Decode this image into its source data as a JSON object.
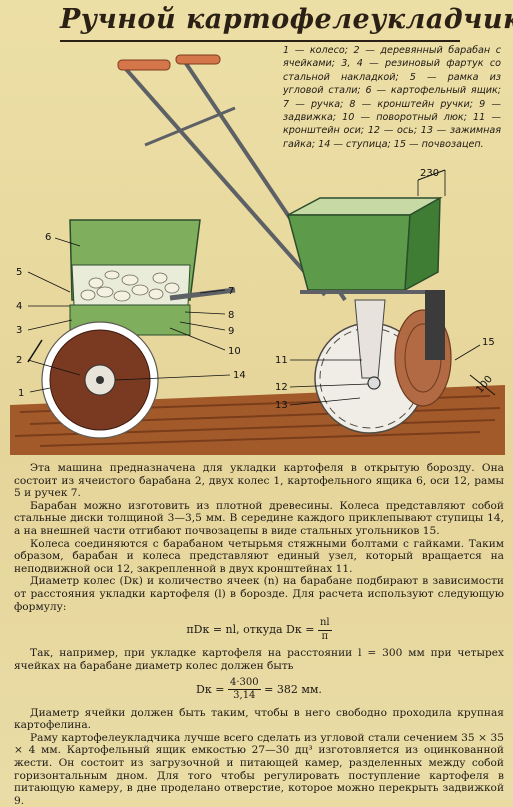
{
  "title": "Ручной картофелеукладчик",
  "legend": "1 — колесо; 2 — деревянный барабан с ячейками; 3, 4 — резиновый фартук со стальной накладкой; 5 — рамка из угловой стали; 6 — картофельный ящик; 7 — ручка; 8 — кронштейн ручки; 9 — задвижка; 10 — поворотный люк; 11 — кронштейн оси; 12 — ось; 13 — зажимная гайка; 14 — ступица; 15 — почвозацеп.",
  "dimensions": {
    "d230": "230",
    "d100": "100"
  },
  "callouts": {
    "c1": "1",
    "c2": "2",
    "c3": "3",
    "c4": "4",
    "c5": "5",
    "c6": "6",
    "c7": "7",
    "c8": "8",
    "c9": "9",
    "c10": "10",
    "c11": "11",
    "c12": "12",
    "c13": "13",
    "c14": "14",
    "c15": "15"
  },
  "paragraphs": {
    "p1": "Эта машина предназначена для укладки картофеля в открытую борозду. Она состоит из ячеистого барабана 2, двух колес 1, картофельного ящика 6, оси 12, рамы 5 и ручек 7.",
    "p2": "Барабан можно изготовить из плотной древесины. Колеса представляют собой стальные диски толщиной 3—3,5 мм. В середине каждого приклепывают ступицы 14, а на внешней части отгибают почвозацепы в виде стальных угольников 15.",
    "p3": "Колеса соединяются с барабаном четырьмя стяжными болтами с гайками. Таким образом, барабан и колеса представляют единый узел, который вращается на неподвижной оси 12, закрепленной в двух кронштейнах 11.",
    "p4": "Диаметр колес (Dк) и количество ячеек (n) на барабане подбирают в зависимости от расстояния укладки картофеля (l) в борозде. Для расчета используют следующую формулу:",
    "p5": "Так, например, при укладке картофеля на расстоянии l = 300 мм при четырех ячейках на барабане диаметр колес должен быть",
    "p6": "Диаметр ячейки должен быть таким, чтобы в него свободно проходила крупная картофелина.",
    "p7": "Раму картофелеукладчика лучше всего сделать из угловой стали сечением 35 × 35 × 4 мм. Картофельный ящик емкостью 27—30 дц³ изготовляется из оцинкованной жести. Он состоит из загрузочной и питающей камер, разделенных между собой горизонтальным дном. Для того чтобы регулировать поступление картофеля в питающую камеру, в дне проделано отверстие, которое можно перекрыть задвижкой 9."
  },
  "formula1": {
    "left": "πDк = nl,  откуда  Dк =",
    "num": "nl",
    "den": "π"
  },
  "formula2": {
    "left": "Dк =",
    "num": "4·300",
    "den": "3,14",
    "right": "= 382 мм."
  }
}
